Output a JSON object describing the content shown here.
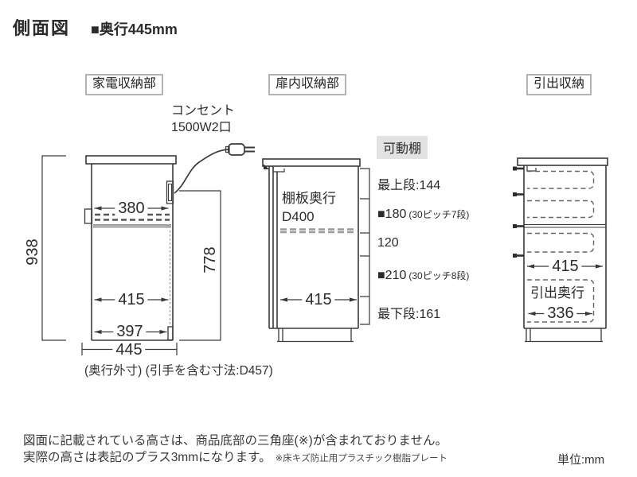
{
  "header": {
    "title": "側面図",
    "depth_note": "■奥行445mm"
  },
  "sections": {
    "appliance_label": "家電収納部",
    "door_label": "扉内収納部",
    "drawer_label": "引出収納"
  },
  "cabinet1": {
    "outlet_label": "コンセント",
    "outlet_spec": "1500W2口",
    "dim_total_height": "938",
    "dim_inner_height": "778",
    "dim_top_width": "380",
    "dim_mid_width": "415",
    "dim_bottom_width": "397",
    "dim_outer_depth": "445",
    "depth_note": "(奥行外寸) (引手を含む寸法:D457)"
  },
  "cabinet2": {
    "movable_shelf_label": "可動棚",
    "shelf_depth_line1": "棚板奥行",
    "shelf_depth_line2": "D400",
    "dim_inner_width": "415",
    "shelf_positions": [
      {
        "main": "最上段:144",
        "note": ""
      },
      {
        "main": "■180",
        "note": "(30ピッチ7段)"
      },
      {
        "main": "120",
        "note": ""
      },
      {
        "main": "■210",
        "note": "(30ピッチ8段)"
      },
      {
        "main": "最下段:161",
        "note": ""
      }
    ]
  },
  "cabinet3": {
    "dim_inner_width": "415",
    "drawer_depth_label": "引出奥行",
    "dim_drawer_depth": "336"
  },
  "footer": {
    "line1": "図面に記載されている高さは、商品底部の三角座(※)が含まれておりません。",
    "line2": "実際の高さは表記のプラス3mmになります。",
    "line2_note": "※床キズ防止用プラスチック樹脂プレート",
    "unit": "単位:mm"
  }
}
